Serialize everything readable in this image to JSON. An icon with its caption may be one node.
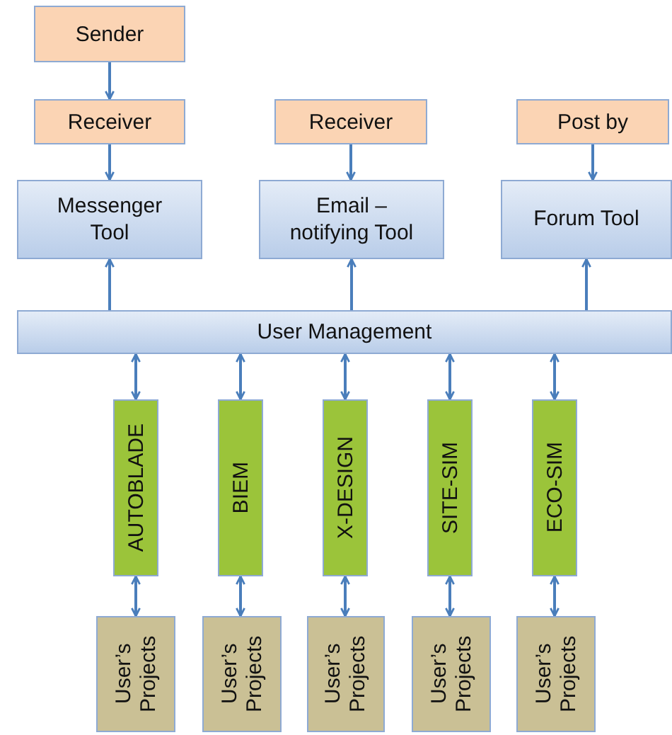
{
  "diagram": {
    "nodes": [
      {
        "text": [
          "Sender"
        ]
      },
      {
        "text": [
          "Receiver"
        ]
      },
      {
        "text": [
          "Receiver"
        ]
      },
      {
        "text": [
          "Post by"
        ]
      },
      {
        "text": [
          "Messenger Tool"
        ]
      },
      {
        "text": [
          "Email – notifying Tool"
        ]
      },
      {
        "text": [
          "Forum Tool"
        ]
      },
      {
        "text": [
          "User Management"
        ]
      },
      {
        "text": [
          "AUTOBLADE"
        ]
      },
      {
        "text": [
          "BIEM"
        ]
      },
      {
        "text": [
          "X-DESIGN"
        ]
      },
      {
        "text": [
          "SITE-SIM"
        ]
      },
      {
        "text": [
          "ECO-SIM"
        ]
      },
      {
        "text": [
          "User’s Projects"
        ]
      },
      {
        "text": [
          "User’s Projects"
        ]
      },
      {
        "text": [
          "User’s Projects"
        ]
      },
      {
        "text": [
          "User’s Projects"
        ]
      },
      {
        "text": [
          "User’s Projects"
        ]
      }
    ],
    "edges": [
      {
        "from": 0,
        "to": 1,
        "arrow": "to"
      },
      {
        "from": 1,
        "to": 4,
        "arrow": "to"
      },
      {
        "from": 2,
        "to": 5,
        "arrow": "to"
      },
      {
        "from": 3,
        "to": 6,
        "arrow": "to"
      },
      {
        "from": 7,
        "to": 4,
        "arrow": "to"
      },
      {
        "from": 7,
        "to": 5,
        "arrow": "to"
      },
      {
        "from": 7,
        "to": 6,
        "arrow": "to"
      },
      {
        "from": 7,
        "to": 8,
        "arrow": "both"
      },
      {
        "from": 7,
        "to": 9,
        "arrow": "both"
      },
      {
        "from": 7,
        "to": 10,
        "arrow": "both"
      },
      {
        "from": 7,
        "to": 11,
        "arrow": "both"
      },
      {
        "from": 7,
        "to": 12,
        "arrow": "both"
      },
      {
        "from": 8,
        "to": 13,
        "arrow": "both"
      },
      {
        "from": 9,
        "to": 14,
        "arrow": "both"
      },
      {
        "from": 10,
        "to": 15,
        "arrow": "both"
      },
      {
        "from": 11,
        "to": 16,
        "arrow": "both"
      },
      {
        "from": 12,
        "to": 17,
        "arrow": "both"
      }
    ]
  }
}
